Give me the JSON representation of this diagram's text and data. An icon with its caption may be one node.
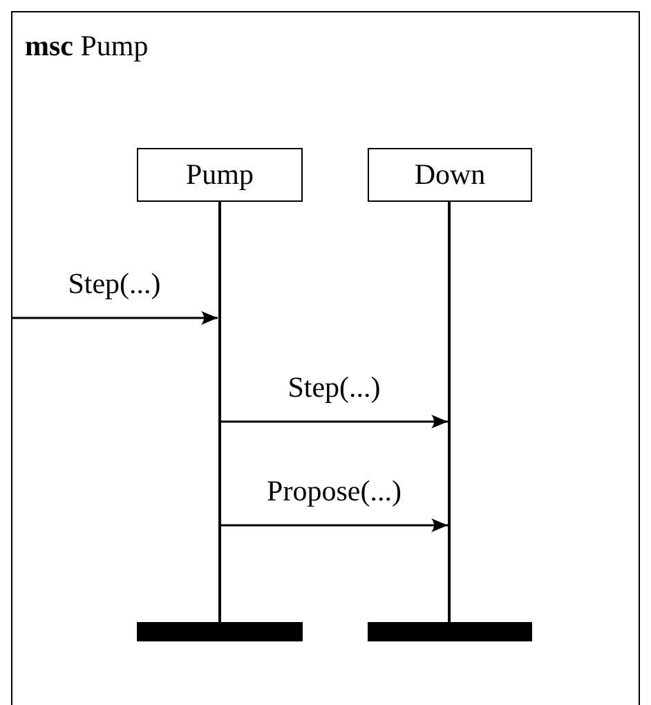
{
  "diagram": {
    "nodes": [
      {
        "text": [
          "**msc** Pump"
        ]
      },
      {
        "text": [
          "Pump"
        ],
        "in": 0
      },
      {
        "text": [
          "Down"
        ],
        "in": 0
      },
      {
        "text": [],
        "shape": "line",
        "in": 0
      },
      {
        "text": [],
        "shape": "line",
        "in": 0
      },
      {
        "text": [],
        "shape": "bar",
        "in": 0
      },
      {
        "text": [],
        "shape": "bar",
        "in": 0
      }
    ],
    "edges": [
      {
        "from": 0,
        "to": 3,
        "label": "Step(...)",
        "arrow": "to"
      },
      {
        "from": 3,
        "to": 4,
        "label": "Step(...)",
        "arrow": "to"
      },
      {
        "from": 3,
        "to": 4,
        "label": "Propose(...)",
        "arrow": "to"
      }
    ]
  }
}
